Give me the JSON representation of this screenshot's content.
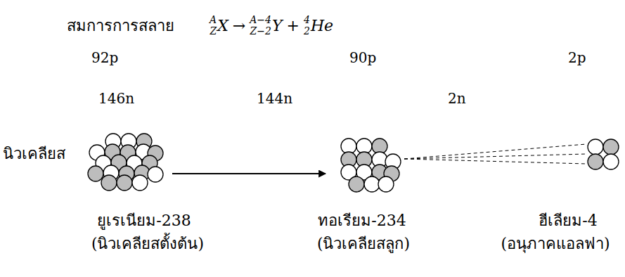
{
  "diagram": {
    "nodes": [
      {
        "text": [
          "ยูเรเนียม-238",
          "(นิวเคลียสตั้งต้น)"
        ]
      },
      {
        "text": [
          "ทอเรียม-234",
          "(นิวเคลียสลูก)"
        ]
      },
      {
        "text": [
          "ฮีเลียม-4",
          "(อนุภาคแอลฟา)"
        ]
      }
    ],
    "edges": [
      {
        "from": 0,
        "to": 1,
        "arrow": "to"
      },
      {
        "from": 1,
        "to": 2,
        "arrow": "none"
      }
    ],
    "labels": [
      "สมการการสลาย",
      "A",
      "Z",
      "X",
      "→",
      "A−4",
      "Z−2",
      "Y",
      "+",
      "4",
      "2",
      "He",
      "92p",
      "90p",
      "2p",
      "146n",
      "144n",
      "2n",
      "นิวเคลียส"
    ]
  }
}
